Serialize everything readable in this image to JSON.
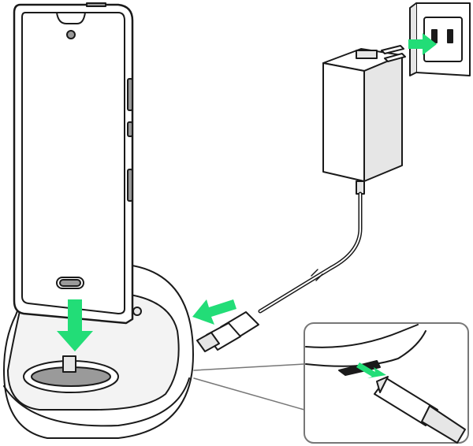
{
  "colors": {
    "arrow": "#22dd77",
    "outline": "#1a1a1a",
    "fill_light": "#ffffff",
    "fill_shade": "#e6e6e6",
    "fill_dark": "#9a9a9a"
  },
  "icons": [
    "smartphone",
    "charging-cradle",
    "ac-adapter",
    "wall-outlet",
    "usb-c-plug",
    "arrow-down",
    "arrow-left",
    "arrow-right"
  ]
}
